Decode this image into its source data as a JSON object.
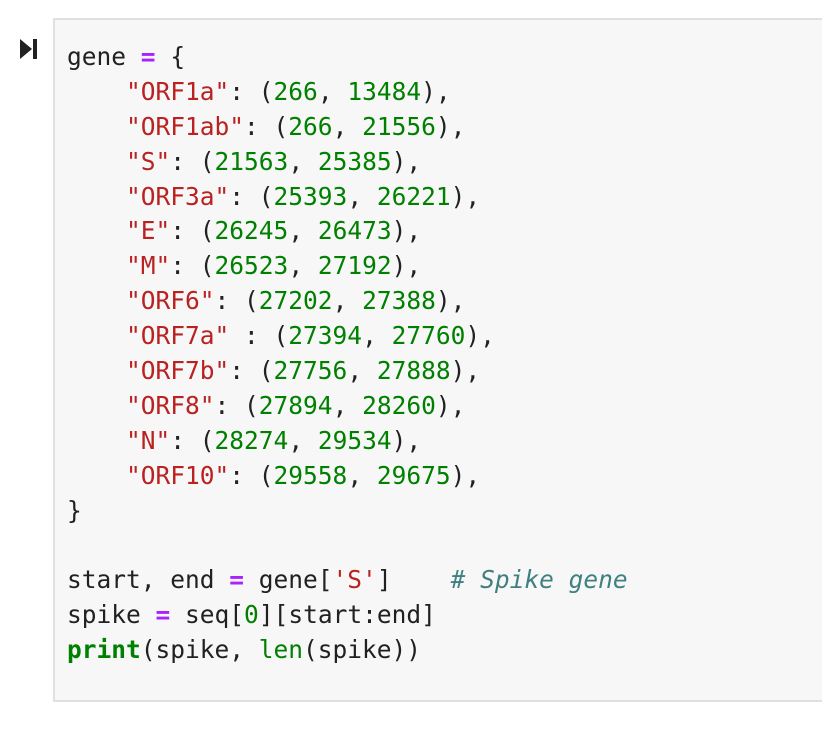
{
  "cell": {
    "gene_var": "gene",
    "assign_op": "=",
    "open_brace": "{",
    "close_brace": "}",
    "entries": [
      {
        "key": "\"ORF1a\"",
        "sep": ": (",
        "start": "266",
        "end": "13484"
      },
      {
        "key": "\"ORF1ab\"",
        "sep": ": (",
        "start": "266",
        "end": "21556"
      },
      {
        "key": "\"S\"",
        "sep": ": (",
        "start": "21563",
        "end": "25385"
      },
      {
        "key": "\"ORF3a\"",
        "sep": ": (",
        "start": "25393",
        "end": "26221"
      },
      {
        "key": "\"E\"",
        "sep": ": (",
        "start": "26245",
        "end": "26473"
      },
      {
        "key": "\"M\"",
        "sep": ": (",
        "start": "26523",
        "end": "27192"
      },
      {
        "key": "\"ORF6\"",
        "sep": ": (",
        "start": "27202",
        "end": "27388"
      },
      {
        "key": "\"ORF7a\"",
        "sep": " : (",
        "start": "27394",
        "end": "27760"
      },
      {
        "key": "\"ORF7b\"",
        "sep": ": (",
        "start": "27756",
        "end": "27888"
      },
      {
        "key": "\"ORF8\"",
        "sep": ": (",
        "start": "27894",
        "end": "28260"
      },
      {
        "key": "\"N\"",
        "sep": ": (",
        "start": "28274",
        "end": "29534"
      },
      {
        "key": "\"ORF10\"",
        "sep": ": (",
        "start": "29558",
        "end": "29675"
      }
    ],
    "line_start": {
      "lhs": "start, end ",
      "op": "=",
      "rhs_pre": " gene[",
      "str": "'S'",
      "rhs_post": "]    ",
      "comment": "# Spike gene"
    },
    "line_spike": {
      "lhs": "spike ",
      "op": "=",
      "rhs_pre": " seq[",
      "num": "0",
      "rhs_post": "][start:end]"
    },
    "line_print": {
      "func": "print",
      "mid": "(spike, ",
      "func2": "len",
      "end": "(spike))"
    }
  },
  "colors": {
    "keyword": "#008000",
    "operator": "#aa22ff",
    "string": "#ba2121",
    "number": "#008000",
    "comment": "#408080",
    "cell_background": "#f7f7f7",
    "cell_border": "#e0e0e0"
  },
  "icons": {
    "run": "run-cell-icon"
  }
}
